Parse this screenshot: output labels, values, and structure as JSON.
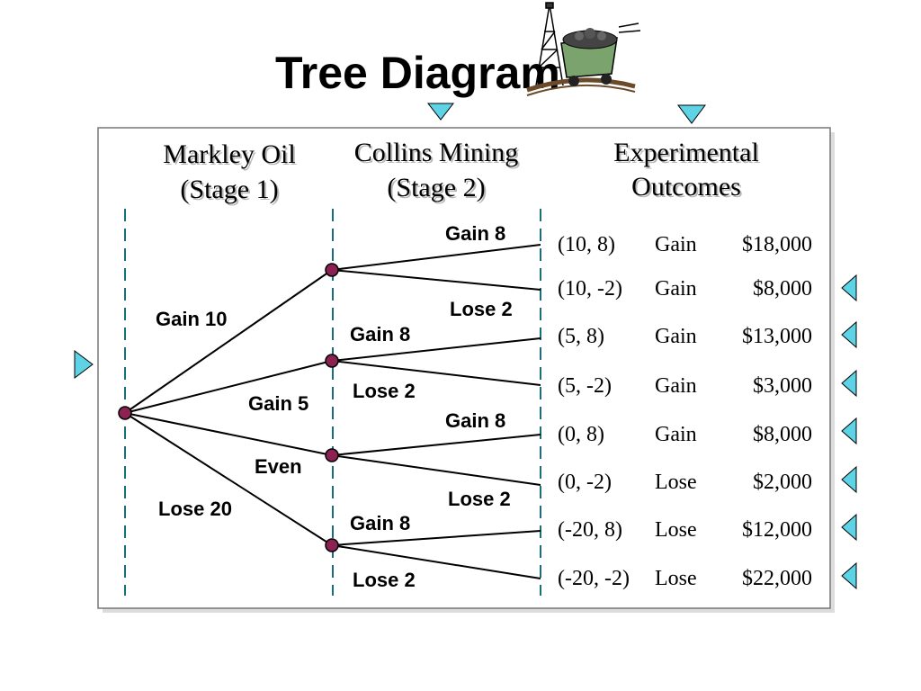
{
  "title": "Tree Diagram",
  "headers": {
    "stage1": [
      "Markley Oil",
      "(Stage 1)"
    ],
    "stage2": [
      "Collins Mining",
      "(Stage 2)"
    ],
    "outcomes": [
      "Experimental",
      "Outcomes"
    ]
  },
  "stage1_branches": [
    {
      "label": "Gain 10"
    },
    {
      "label": "Gain 5"
    },
    {
      "label": "Even"
    },
    {
      "label": "Lose 20"
    }
  ],
  "stage2_branches": [
    {
      "label": "Gain 8"
    },
    {
      "label": "Lose 2"
    },
    {
      "label": "Gain 8"
    },
    {
      "label": "Lose 2"
    },
    {
      "label": "Gain 8"
    },
    {
      "label": "Lose 2"
    },
    {
      "label": "Gain 8"
    },
    {
      "label": "Lose 2"
    }
  ],
  "outcomes": [
    {
      "pair": "(10, 8)",
      "result": "Gain",
      "amount": "$18,000"
    },
    {
      "pair": "(10, -2)",
      "result": "Gain",
      "amount": "$8,000"
    },
    {
      "pair": "(5, 8)",
      "result": "Gain",
      "amount": "$13,000"
    },
    {
      "pair": "(5, -2)",
      "result": "Gain",
      "amount": "$3,000"
    },
    {
      "pair": "(0, 8)",
      "result": "Gain",
      "amount": "$8,000"
    },
    {
      "pair": "(0, -2)",
      "result": "Lose",
      "amount": "$2,000"
    },
    {
      "pair": "(-20, 8)",
      "result": "Lose",
      "amount": "$12,000"
    },
    {
      "pair": "(-20, -2)",
      "result": "Lose",
      "amount": "$22,000"
    }
  ],
  "colors": {
    "node": "#8b2252",
    "stage_line": "#1a6e7a",
    "nav_arrow": "#5fd3e6"
  }
}
